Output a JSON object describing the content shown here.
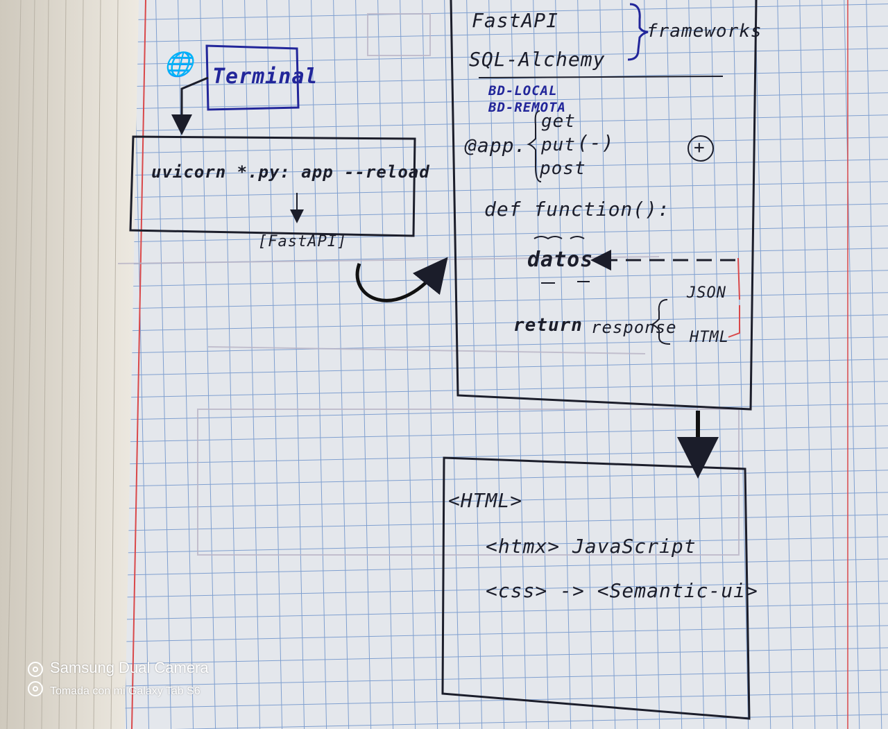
{
  "photo": {
    "paper_color": "#e4e7ec",
    "grid_color": "#7f9fcf",
    "ink_color": "#1b1d2a",
    "blue_ink_color": "#22269a",
    "margin_line_color": "#d9484a"
  },
  "left_panel": {
    "globe_glyph": "🌐",
    "globe_icon": "globe-icon",
    "terminal_label": "Terminal",
    "command": "uvicorn *.py: app --reload",
    "framework_label": "[FastAPI]"
  },
  "right_panel": {
    "frameworks": [
      "FastAPI",
      "SQL-Alchemy"
    ],
    "frameworks_brace_label": "frameworks",
    "databases": [
      "BD-LOCAL",
      "BD-REMOTA"
    ],
    "decorator": "@app.",
    "methods": [
      "get",
      "put",
      "post"
    ],
    "method_args": "(-)",
    "plus_sign": "+",
    "definition": "def function():",
    "data_label": "datos",
    "return_keyword": "return",
    "response_label": "response",
    "response_types": [
      "JSON",
      "HTML"
    ]
  },
  "bottom_panel": {
    "lines": [
      "<HTML>",
      "<htmx> JavaScript",
      "<css> -> <Semantic-ui>"
    ]
  },
  "watermark": {
    "camera": "Samsung Dual Camera",
    "caption": "Tomada con mi Galaxy Tab S6",
    "icon": "camera-lens-icon"
  }
}
